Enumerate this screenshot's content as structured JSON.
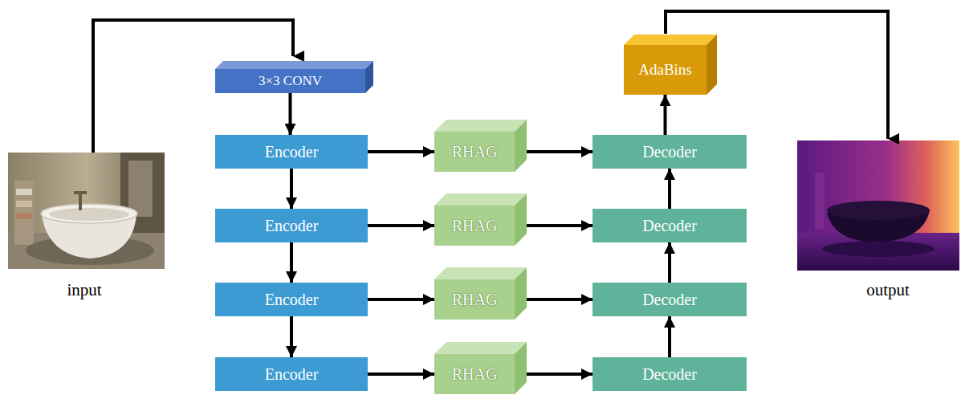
{
  "diagram": {
    "nodes": [
      {
        "text": [
          "3×3 CONV"
        ]
      },
      {
        "text": [
          "Encoder"
        ]
      },
      {
        "text": [
          "Encoder"
        ]
      },
      {
        "text": [
          "Encoder"
        ]
      },
      {
        "text": [
          "Encoder"
        ]
      },
      {
        "text": [
          "RHAG"
        ]
      },
      {
        "text": [
          "RHAG"
        ]
      },
      {
        "text": [
          "RHAG"
        ]
      },
      {
        "text": [
          "RHAG"
        ]
      },
      {
        "text": [
          "Decoder"
        ]
      },
      {
        "text": [
          "Decoder"
        ]
      },
      {
        "text": [
          "Decoder"
        ]
      },
      {
        "text": [
          "Decoder"
        ]
      },
      {
        "text": [
          "AdaBins"
        ]
      }
    ],
    "edges": [
      {
        "from": 0,
        "to": 1,
        "arrow": "to"
      },
      {
        "from": 1,
        "to": 2,
        "arrow": "to"
      },
      {
        "from": 2,
        "to": 3,
        "arrow": "to"
      },
      {
        "from": 3,
        "to": 4,
        "arrow": "to"
      },
      {
        "from": 1,
        "to": 5,
        "arrow": "to"
      },
      {
        "from": 2,
        "to": 6,
        "arrow": "to"
      },
      {
        "from": 3,
        "to": 7,
        "arrow": "to"
      },
      {
        "from": 4,
        "to": 8,
        "arrow": "to"
      },
      {
        "from": 5,
        "to": 9,
        "arrow": "to"
      },
      {
        "from": 6,
        "to": 10,
        "arrow": "to"
      },
      {
        "from": 7,
        "to": 11,
        "arrow": "to"
      },
      {
        "from": 8,
        "to": 12,
        "arrow": "to"
      },
      {
        "from": 12,
        "to": 11,
        "arrow": "to"
      },
      {
        "from": 11,
        "to": 10,
        "arrow": "to"
      },
      {
        "from": 10,
        "to": 9,
        "arrow": "to"
      },
      {
        "from": 9,
        "to": 13,
        "arrow": "to"
      }
    ],
    "labels": [
      "input",
      "output"
    ]
  }
}
